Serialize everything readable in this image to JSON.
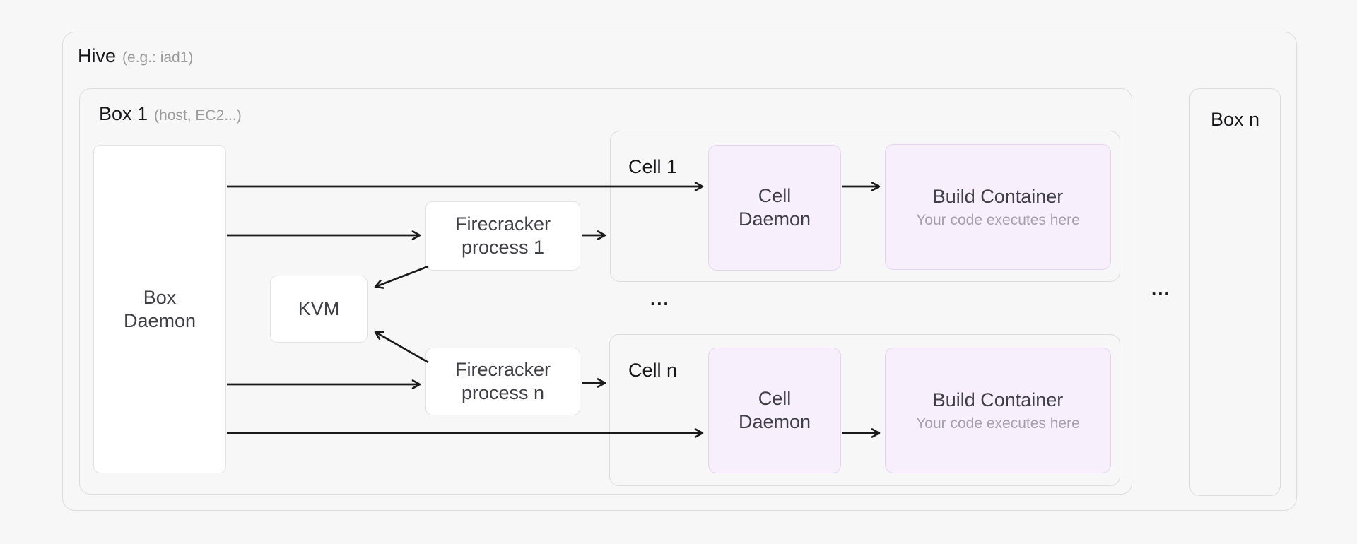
{
  "hive": {
    "title": "Hive",
    "hint": "(e.g.: iad1)",
    "box1": {
      "title": "Box 1",
      "hint": "(host, EC2...)",
      "box_daemon": {
        "line1": "Box",
        "line2": "Daemon"
      },
      "kvm": {
        "label": "KVM"
      },
      "firecracker1": {
        "line1": "Firecracker",
        "line2": "process 1"
      },
      "firecrackern": {
        "line1": "Firecracker",
        "line2": "process n"
      },
      "cell1": {
        "title": "Cell 1",
        "cell_daemon": {
          "line1": "Cell",
          "line2": "Daemon"
        },
        "build_container": {
          "title": "Build Container",
          "subtitle": "Your code executes here"
        }
      },
      "cells_ellipsis": "...",
      "celln": {
        "title": "Cell n",
        "cell_daemon": {
          "line1": "Cell",
          "line2": "Daemon"
        },
        "build_container": {
          "title": "Build Container",
          "subtitle": "Your code executes here"
        }
      }
    },
    "boxes_ellipsis": "...",
    "boxn": {
      "title": "Box n"
    }
  },
  "colors": {
    "page_bg": "#f7f7f7",
    "container_border": "#dcdcdc",
    "node_bg": "#ffffff",
    "node_border": "#e3e3e3",
    "purple_bg": "#f8effc",
    "purple_border": "#e5d3f0",
    "text_primary": "#18181b",
    "text_secondary": "#9b9b9b",
    "node_text": "#3f3f46",
    "purple_subtitle_text": "#a5a0a8",
    "arrow": "#1a1a1a"
  }
}
